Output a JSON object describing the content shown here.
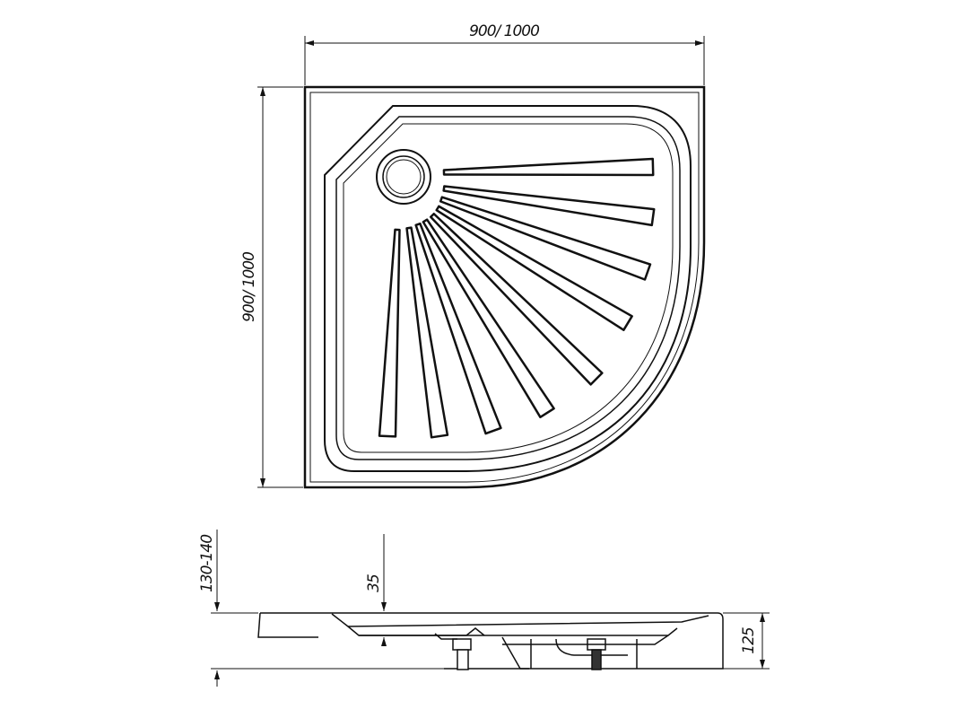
{
  "dimensions": {
    "top_width": "900/ 1000",
    "left_depth": "900/ 1000",
    "total_height": "130-140",
    "drain_depth": "35",
    "side_height": "125"
  },
  "colors": {
    "line": "#111111",
    "background": "#ffffff"
  }
}
